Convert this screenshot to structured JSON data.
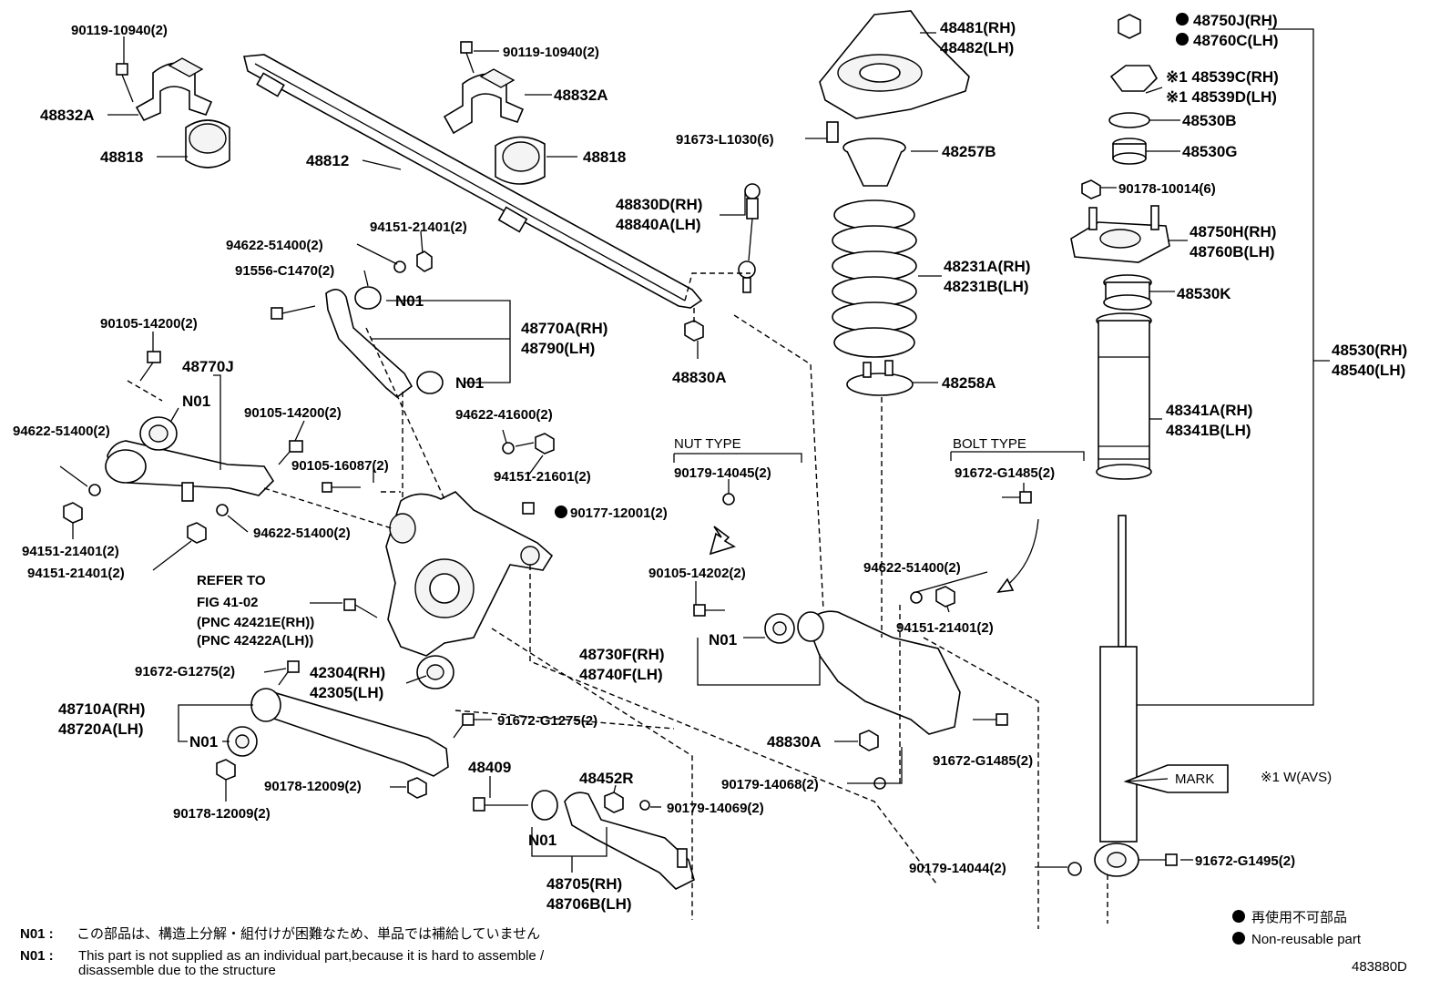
{
  "diagram_id": "483880D",
  "labels": {
    "b90119a": "90119-10940(2)",
    "b48832a_l": "48832A",
    "b48818_l": "48818",
    "b90119b": "90119-10940(2)",
    "b48832a_r": "48832A",
    "b48818_r": "48818",
    "b48812": "48812",
    "b94622a": "94622-51400(2)",
    "b94151a": "94151-21401(2)",
    "b91556": "91556-C1470(2)",
    "n01a": "N01",
    "b48770a": "48770A(RH)",
    "b48790": "48790(LH)",
    "n01b": "N01",
    "b90105a": "90105-14200(2)",
    "b48770j": "48770J",
    "n01c": "N01",
    "b94622b": "94622-51400(2)",
    "b90105b": "90105-14200(2)",
    "b90105c": "90105-16087(2)",
    "b94151b": "94151-21401(2)",
    "b94151c": "94151-21401(2)",
    "b94622c": "94622-51400(2)",
    "b94622d": "94622-41600(2)",
    "b94151d": "94151-21601(2)",
    "b90177": "90177-12001(2)",
    "refer1": "REFER TO",
    "refer2": "FIG 41-02",
    "refer3": "(PNC 42421E(RH))",
    "refer4": "(PNC 42422A(LH))",
    "b48830d": "48830D(RH)",
    "b48840a": "48840A(LH)",
    "b48830a_u": "48830A",
    "nut_type": "NUT TYPE",
    "b90179a": "90179-14045(2)",
    "b90105d": "90105-14202(2)",
    "b91672a": "91672-G1275(2)",
    "b42304": "42304(RH)",
    "b42305": "42305(LH)",
    "b48710a": "48710A(RH)",
    "b48720a": "48720A(LH)",
    "n01d": "N01",
    "b91672b": "91672-G1275(2)",
    "b90178a": "90178-12009(2)",
    "b90178b": "90178-12009(2)",
    "b48409": "48409",
    "b48452r": "48452R",
    "b90179b": "90179-14069(2)",
    "n01e": "N01",
    "b48705": "48705(RH)",
    "b48706b": "48706B(LH)",
    "n01f": "N01",
    "b48730f": "48730F(RH)",
    "b48740f": "48740F(LH)",
    "b48830a_l": "48830A",
    "b90179c": "90179-14068(2)",
    "b91672c": "91672-G1485(2)",
    "bolt_type": "BOLT TYPE",
    "b91672d": "91672-G1485(2)",
    "b94622e": "94622-51400(2)",
    "b94151e": "94151-21401(2)",
    "b48481": "48481(RH)",
    "b48482": "48482(LH)",
    "b91673": "91673-L1030(6)",
    "b48257b": "48257B",
    "b48231a": "48231A(RH)",
    "b48231b": "48231B(LH)",
    "b48258a": "48258A",
    "b48750j": "48750J(RH)",
    "b48760c": "48760C(LH)",
    "b48539c": "※1 48539C(RH)",
    "b48539d": "※1 48539D(LH)",
    "b48530b": "48530B",
    "b48530g": "48530G",
    "b90178c": "90178-10014(6)",
    "b48750h": "48750H(RH)",
    "b48760b": "48760B(LH)",
    "b48530k": "48530K",
    "b48530": "48530(RH)",
    "b48540": "48540(LH)",
    "b48341a": "48341A(RH)",
    "b48341b": "48341B(LH)",
    "mark": "MARK",
    "w_avs": "※1 W(AVS)",
    "b90179d": "90179-14044(2)",
    "b91672e": "91672-G1495(2)"
  },
  "legend": {
    "nonreuse_jp": "再使用不可部品",
    "nonreuse_en": "Non-reusable part"
  },
  "notes": {
    "n01_label_jp": "N01 :",
    "n01_text_jp": "この部品は、構造上分解・組付けが困難なため、単品では補給していません",
    "n01_label_en": "N01 :",
    "n01_text_en1": "This part is not supplied as an individual part,because it is hard to assemble /",
    "n01_text_en2": "disassemble due to the structure"
  }
}
